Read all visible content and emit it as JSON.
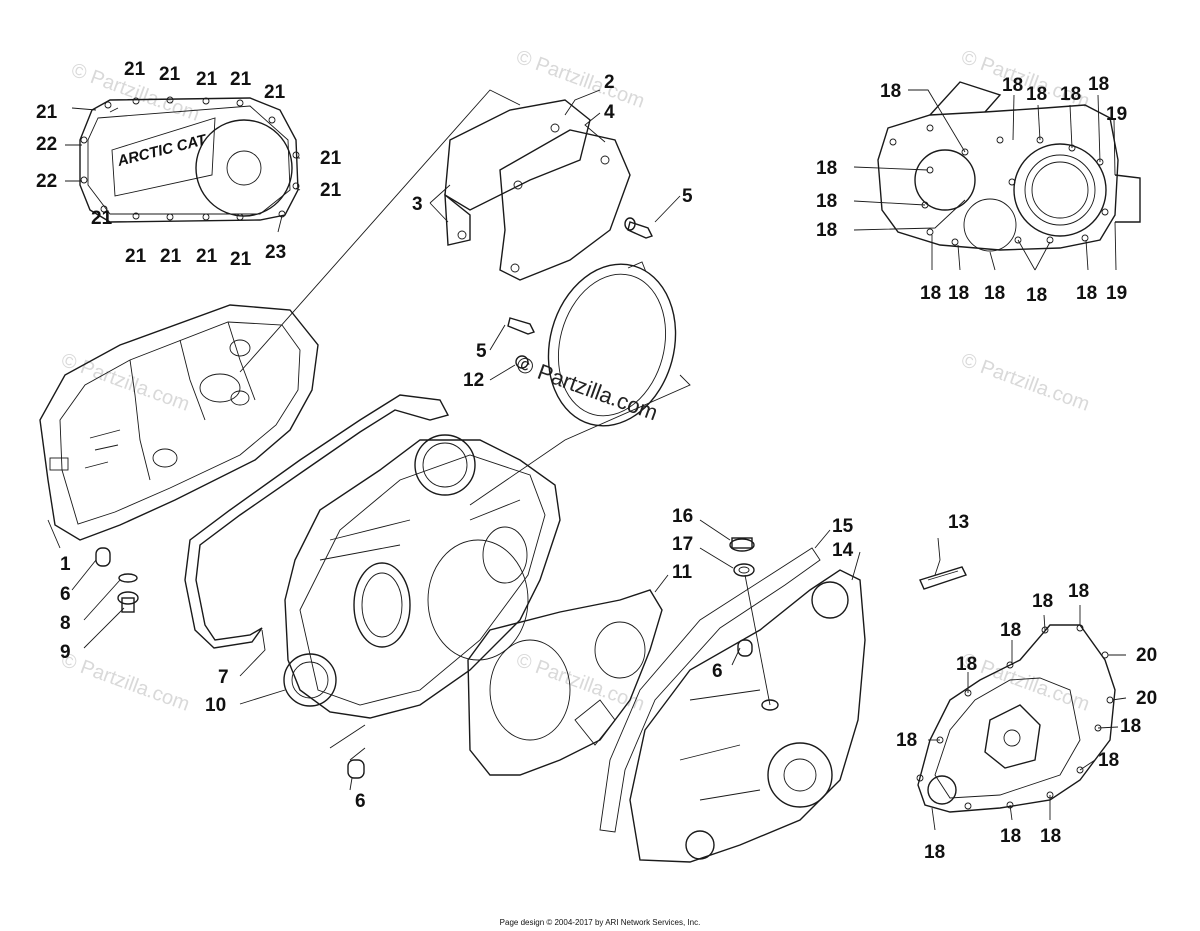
{
  "watermark": {
    "text": "© Partzilla.com",
    "center_text": "© Partzilla.com"
  },
  "logo_text": "ARCTIC CAT",
  "footer": "Page design © 2004-2017 by ARI Network Services, Inc.",
  "callouts": {
    "n1": "1",
    "n2": "2",
    "n3": "3",
    "n4": "4",
    "n5": "5",
    "n6": "6",
    "n7": "7",
    "n8": "8",
    "n9": "9",
    "n10": "10",
    "n11": "11",
    "n12": "12",
    "n13": "13",
    "n14": "14",
    "n15": "15",
    "n16": "16",
    "n17": "17",
    "n18": "18",
    "n19": "19",
    "n20": "20",
    "n21": "21",
    "n22": "22",
    "n23": "23"
  }
}
